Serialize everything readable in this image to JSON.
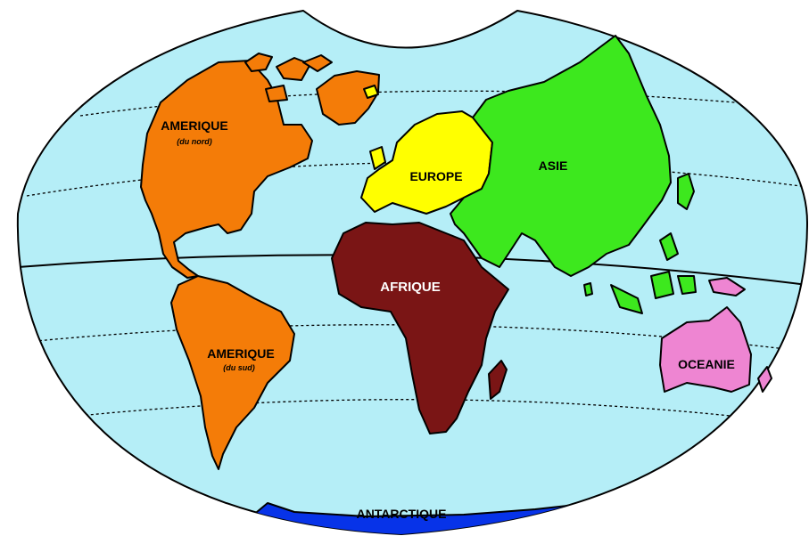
{
  "colors": {
    "ocean": "#b5eef7",
    "north_america": "#f47c08",
    "south_america": "#f47c08",
    "europe": "#ffff00",
    "asia": "#3de81e",
    "africa": "#7a1515",
    "oceania": "#ee85d2",
    "antarctica": "#0733e8",
    "outline": "#000000"
  },
  "labels": {
    "north_america": "AMERIQUE",
    "north_america_sub": "(du nord)",
    "south_america": "AMERIQUE",
    "south_america_sub": "(du sud)",
    "europe": "EUROPE",
    "asia": "ASIE",
    "africa": "AFRIQUE",
    "oceania": "OCEANIE",
    "antarctica": "ANTARCTIQUE"
  }
}
